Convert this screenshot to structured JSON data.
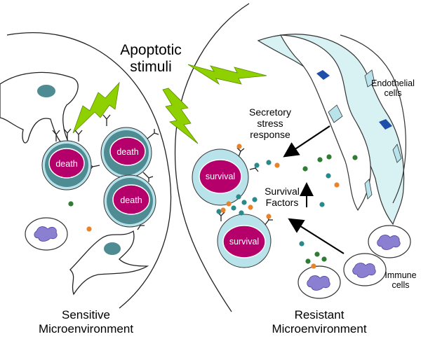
{
  "labels": {
    "apoptotic_1": "Apoptotic",
    "apoptotic_2": "stimuli",
    "secretory_1": "Secretory",
    "secretory_2": "stress",
    "secretory_3": "response",
    "survival_factors_1": "Survival",
    "survival_factors_2": "Factors",
    "endothelial_1": "Endothelial",
    "endothelial_2": "cells",
    "immune_1": "Immune",
    "immune_2": "cells",
    "sensitive_1": "Sensitive",
    "sensitive_2": "Microenvironment",
    "resistant_1": "Resistant",
    "resistant_2": "Microenvironment"
  },
  "cells": {
    "death_1": "death",
    "death_2": "death",
    "death_3": "death",
    "survival_1": "survival",
    "survival_2": "survival"
  },
  "colors": {
    "nucleus": "#b5006b",
    "cell_dark": "#4f8b92",
    "cell_light": "#b8e3ea",
    "lightning": "#8fd100",
    "endothelial_fill": "#d8f2f4",
    "endothelial_nucleus": "#1f4fa8",
    "immune_fill": "#8b7fd1",
    "dot_green": "#2e7d32",
    "dot_teal": "#2a8a8a",
    "dot_orange": "#e8832a"
  }
}
